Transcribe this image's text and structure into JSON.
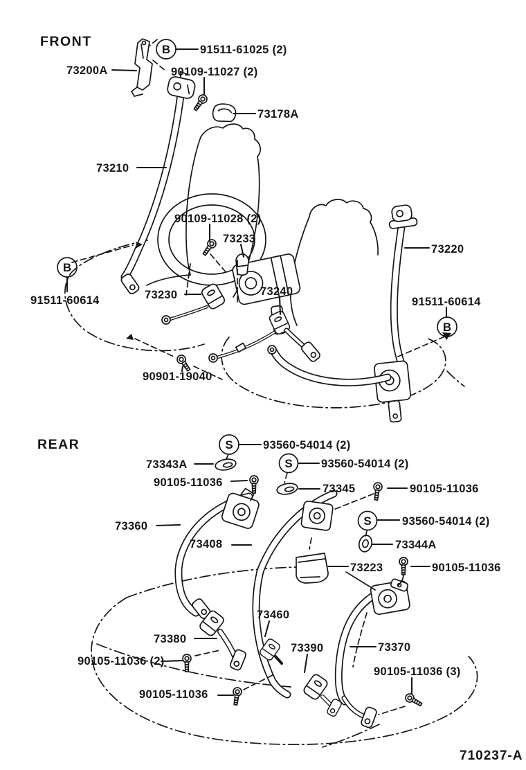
{
  "diagram": {
    "type": "exploded-parts-diagram",
    "subject": "seat belt",
    "markers": {
      "bolt": "B",
      "screw": "S"
    },
    "front": {
      "title": "FRONT",
      "parts": [
        {
          "label": "91511-61025 (2)",
          "marker": "B"
        },
        {
          "label": "73200A"
        },
        {
          "label": "90109-11027 (2)"
        },
        {
          "label": "73178A"
        },
        {
          "label": "73210"
        },
        {
          "label": "90109-11028 (2)"
        },
        {
          "label": "73233"
        },
        {
          "label": "73220"
        },
        {
          "label": "73240"
        },
        {
          "label": "73230"
        },
        {
          "label": "91511-60614",
          "marker": "B"
        },
        {
          "label": "91511-60614",
          "marker": "B"
        },
        {
          "label": "90901-19040"
        }
      ]
    },
    "rear": {
      "title": "REAR",
      "parts": [
        {
          "label": "93560-54014 (2)",
          "marker": "S"
        },
        {
          "label": "73343A"
        },
        {
          "label": "93560-54014 (2)",
          "marker": "S"
        },
        {
          "label": "90105-11036"
        },
        {
          "label": "73345"
        },
        {
          "label": "90105-11036"
        },
        {
          "label": "93560-54014 (2)",
          "marker": "S"
        },
        {
          "label": "73344A"
        },
        {
          "label": "73360"
        },
        {
          "label": "73408"
        },
        {
          "label": "73223"
        },
        {
          "label": "90105-11036"
        },
        {
          "label": "73460"
        },
        {
          "label": "73380"
        },
        {
          "label": "73390"
        },
        {
          "label": "73370"
        },
        {
          "label": "90105-11036 (2)"
        },
        {
          "label": "90105-11036"
        },
        {
          "label": "90105-11036 (3)"
        }
      ]
    },
    "footer": {
      "drawing_number": "710237-A"
    },
    "colors": {
      "ink": "#161616",
      "background": "#ffffff"
    }
  }
}
